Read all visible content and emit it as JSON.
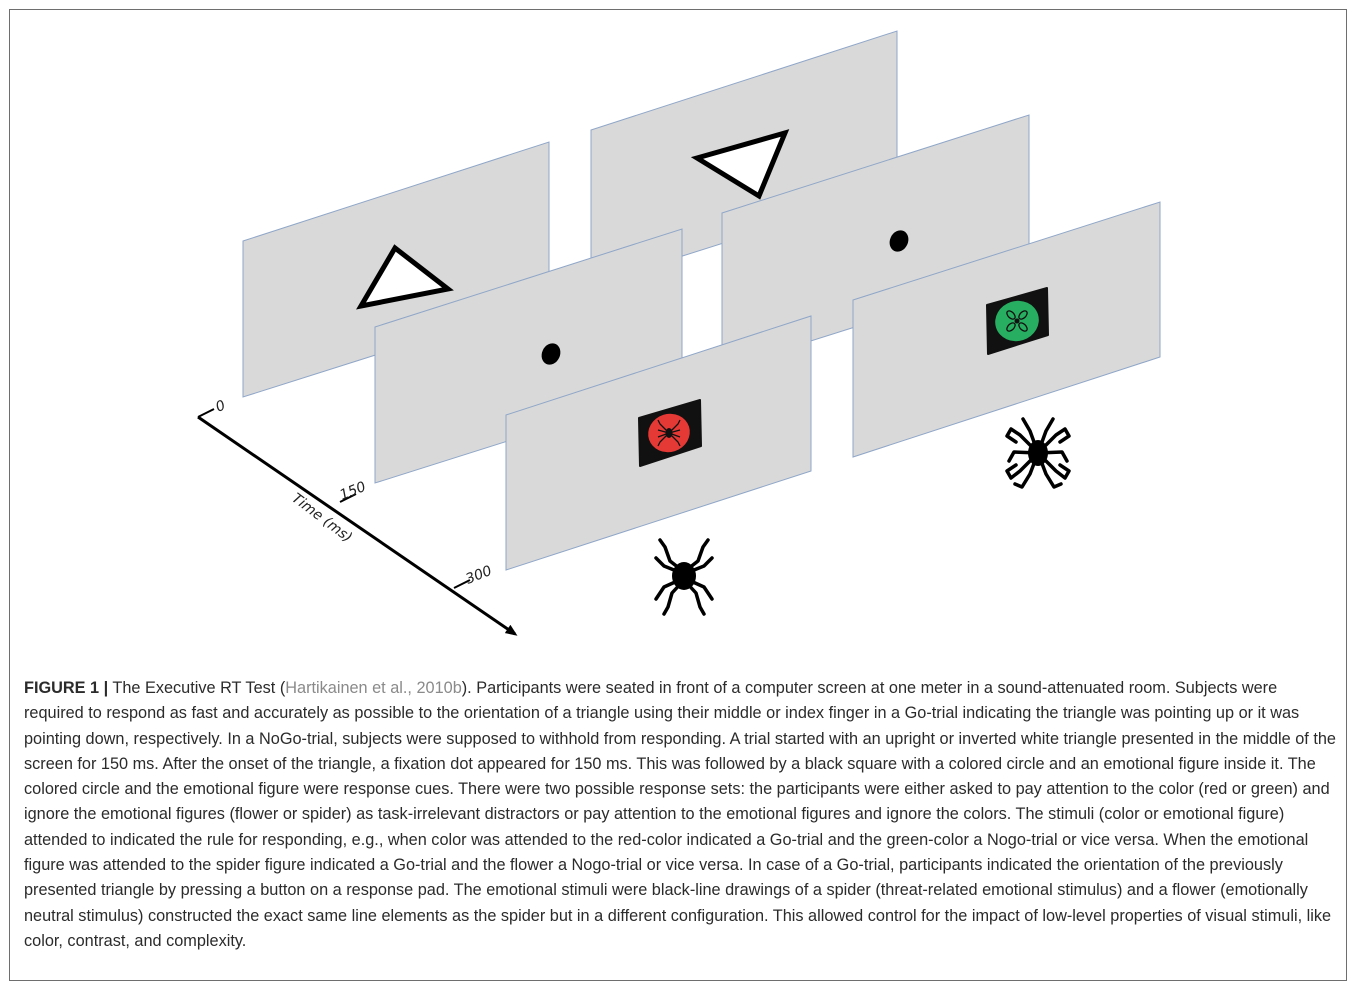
{
  "figure": {
    "time_axis": {
      "label": "Time (ms)",
      "ticks": [
        "0",
        "150",
        "300"
      ]
    },
    "panels": [
      {
        "stimulus": "upright triangle",
        "time_ms": 0
      },
      {
        "stimulus": "fixation dot",
        "time_ms": 150
      },
      {
        "stimulus": "red circle with spider",
        "time_ms": 300
      },
      {
        "stimulus": "inverted triangle",
        "time_ms": 0
      },
      {
        "stimulus": "fixation dot",
        "time_ms": 150
      },
      {
        "stimulus": "green circle with flower",
        "time_ms": 300
      }
    ],
    "icons": [
      "spider-icon",
      "flower-icon"
    ],
    "colors": {
      "panel_fill": "#d9d9d9",
      "panel_edge": "#8fa6c8",
      "cue_red": "#e53935",
      "cue_green": "#27ae60",
      "cue_square": "#111111"
    }
  },
  "caption": {
    "label": "FIGURE 1 |",
    "lead": " The Executive RT Test (",
    "citation": "Hartikainen et al., 2010b",
    "body": "). Participants were seated in front of a computer screen at one meter in a sound-attenuated room. Subjects were required to respond as fast and accurately as possible to the orientation of a triangle using their middle or index finger in a Go-trial indicating the triangle was pointing up or it was pointing down, respectively. In a NoGo-trial, subjects were supposed to withhold from responding. A trial started with an upright or inverted white triangle presented in the middle of the screen for 150 ms. After the onset of the triangle, a fixation dot appeared for 150 ms. This was followed by a black square with a colored circle and an emotional figure inside it. The colored circle and the emotional figure were response cues. There were two possible response sets: the participants were either asked to pay attention to the color (red or green) and ignore the emotional figures (flower or spider) as task-irrelevant distractors or pay attention to the emotional figures and ignore the colors. The stimuli (color or emotional figure) attended to indicated the rule for responding, e.g., when color was attended to the red-color indicated a Go-trial and the green-color a Nogo-trial or vice versa. When the emotional figure was attended to the spider figure indicated a Go-trial and the flower a Nogo-trial or vice versa. In case of a Go-trial, participants indicated the orientation of the previously presented triangle by pressing a button on a response pad. The emotional stimuli were black-line drawings of a spider (threat-related emotional stimulus) and a flower (emotionally neutral stimulus) constructed the exact same line elements as the spider but in a different configuration. This allowed control for the impact of low-level properties of visual stimuli, like color, contrast, and complexity."
  }
}
